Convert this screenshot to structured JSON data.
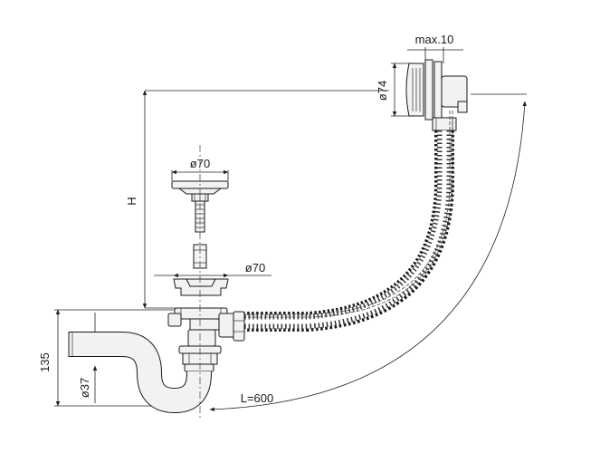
{
  "labels": {
    "max_depth": "max.10",
    "overflow_diameter": "ø74",
    "plug_diameter": "ø70",
    "waste_diameter": "ø70",
    "height": "H",
    "trap_height": "135",
    "pipe_diameter": "ø37",
    "length": "L=600"
  },
  "colors": {
    "line": "#1a1a1a",
    "fill": "#f2f2f2",
    "hose": "#333333"
  }
}
